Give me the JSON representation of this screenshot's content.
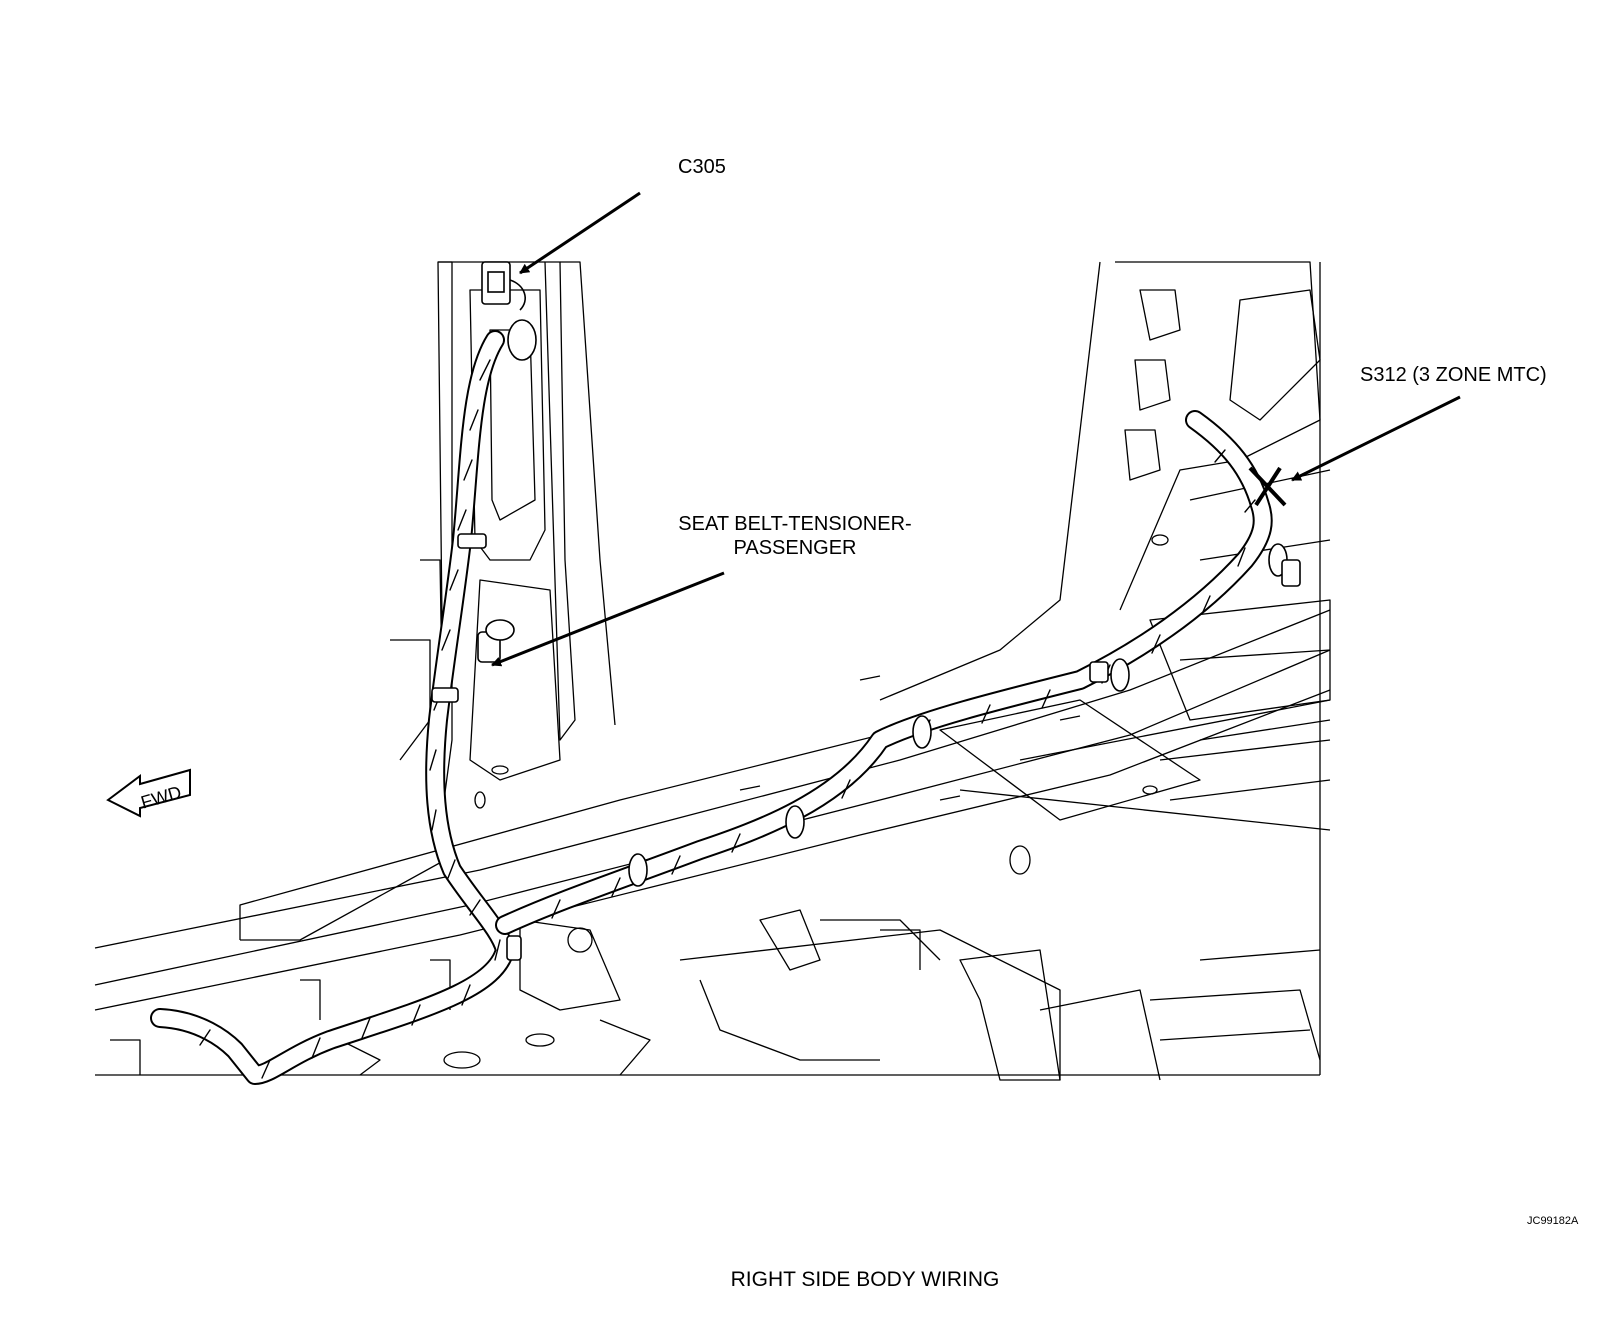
{
  "callouts": {
    "c305": "C305",
    "seat_belt_line1": "SEAT BELT-TENSIONER-",
    "seat_belt_line2": "PASSENGER",
    "s312": "S312 (3 ZONE MTC)"
  },
  "fwd_label": "FWD",
  "figure_id": "JC99182A",
  "title": "RIGHT SIDE BODY WIRING"
}
